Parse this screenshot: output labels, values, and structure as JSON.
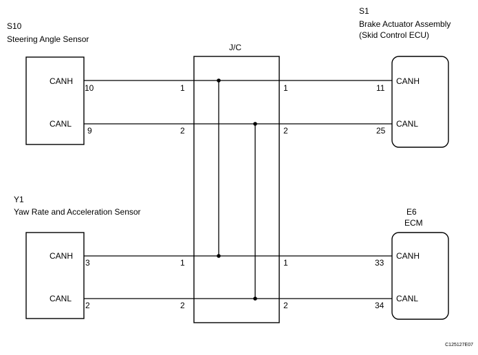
{
  "components": {
    "s10": {
      "code": "S10",
      "name": "Steering Angle Sensor",
      "canh": "CANH",
      "canl": "CANL",
      "pin_h": "10",
      "pin_l": "9"
    },
    "y1": {
      "code": "Y1",
      "name": "Yaw Rate and Acceleration Sensor",
      "canh": "CANH",
      "canl": "CANL",
      "pin_h": "3",
      "pin_l": "2"
    },
    "s1": {
      "code": "S1",
      "name_line1": "Brake Actuator Assembly",
      "name_line2": "(Skid Control ECU)",
      "canh": "CANH",
      "canl": "CANL",
      "pin_h": "11",
      "pin_l": "25"
    },
    "e6": {
      "code": "E6",
      "name": "ECM",
      "canh": "CANH",
      "canl": "CANL",
      "pin_h": "33",
      "pin_l": "34"
    }
  },
  "junction": {
    "label": "J/C",
    "left_pins": [
      "1",
      "2",
      "1",
      "2"
    ],
    "right_pins": [
      "1",
      "2",
      "1",
      "2"
    ]
  },
  "figure_code": "C125127E07"
}
